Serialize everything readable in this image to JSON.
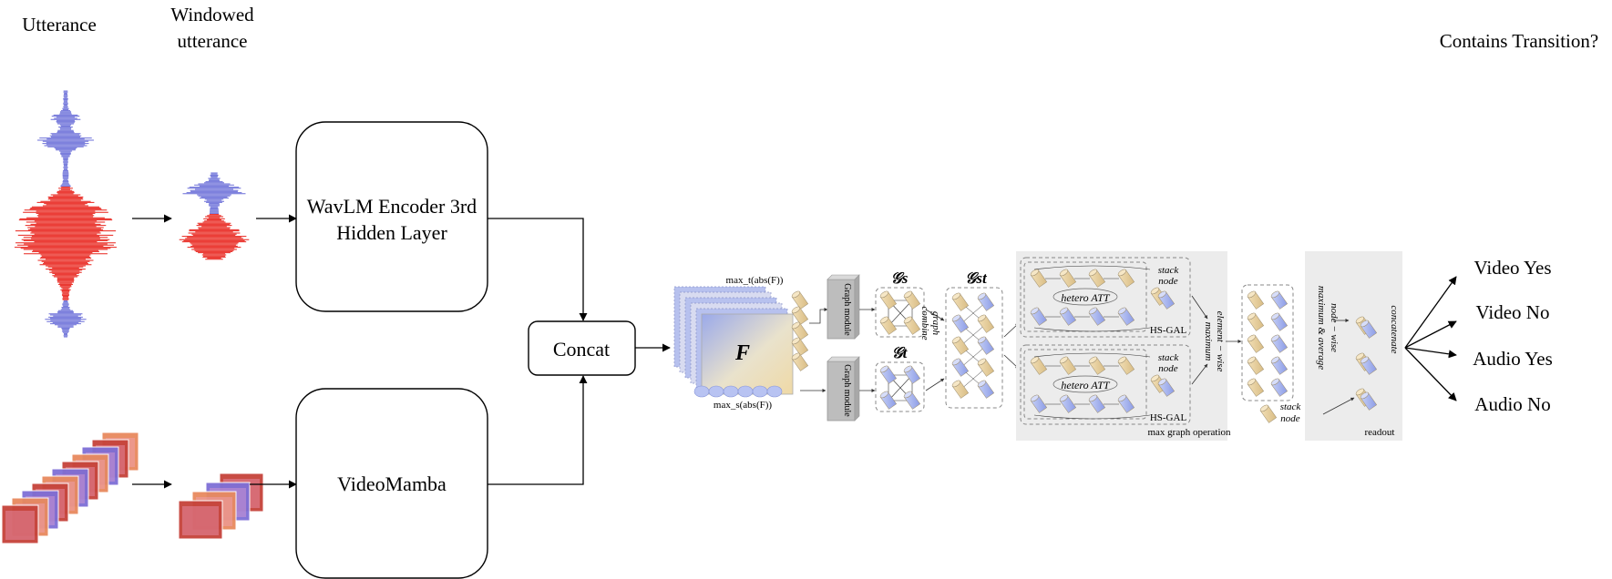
{
  "labels": {
    "utterance": "Utterance",
    "windowed_line1": "Windowed",
    "windowed_line2": "utterance",
    "wavlm_line1": "WavLM Encoder 3rd",
    "wavlm_line2": "Hidden Layer",
    "videomamba": "VideoMamba",
    "concat": "Concat",
    "contains_transition": "Contains Transition?"
  },
  "outputs": [
    "Video Yes",
    "Video No",
    "Audio Yes",
    "Audio No"
  ],
  "graph_panel": {
    "F_label": "F",
    "max_t": "max_t(abs(F))",
    "max_s": "max_s(abs(F))",
    "graph_module": "Graph module",
    "g_s": "𝒢s",
    "g_t": "𝒢t",
    "g_st": "𝒢st",
    "graph_combine_1": "graph",
    "graph_combine_2": "combine",
    "stack_node": "stack",
    "node": "node",
    "hetero_att": "hetero ATT",
    "hs_gal": "HS-GAL",
    "max_graph_operation": "max graph operation",
    "element_wise_1": "element − wise",
    "element_wise_2": "maximum",
    "node_wise_1": "maximum & average",
    "node_wise_2": "node − wise",
    "readout": "readout",
    "concatenate": "concatenate"
  },
  "colors": {
    "waveform_blue": "#6b6fd8",
    "waveform_red": "#e8231b",
    "node_tan": "#e6cfa0",
    "node_blue": "#a9b6ee",
    "panel_gray": "#ececec",
    "module_gray": "#bdbdbd"
  }
}
